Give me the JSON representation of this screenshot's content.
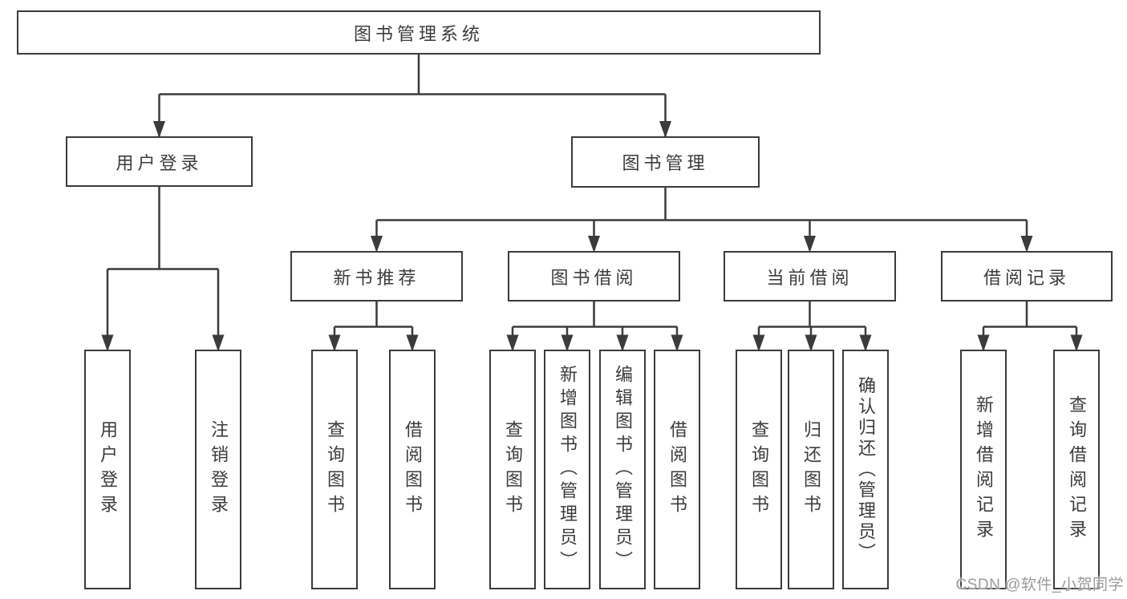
{
  "diagram": {
    "root": {
      "label": "图书管理系统"
    },
    "branches": [
      {
        "label": "用户登录",
        "leaves": [
          {
            "label": "用户登录"
          },
          {
            "label": "注销登录"
          }
        ]
      },
      {
        "label": "图书管理",
        "groups": [
          {
            "label": "新书推荐",
            "leaves": [
              {
                "label": "查询图书"
              },
              {
                "label": "借阅图书"
              }
            ]
          },
          {
            "label": "图书借阅",
            "leaves": [
              {
                "label": "查询图书"
              },
              {
                "label": "新增图书（管理员）"
              },
              {
                "label": "编辑图书（管理员）"
              },
              {
                "label": "借阅图书"
              }
            ]
          },
          {
            "label": "当前借阅",
            "leaves": [
              {
                "label": "查询图书"
              },
              {
                "label": "归还图书"
              },
              {
                "label": "确认归还（管理员）"
              }
            ]
          },
          {
            "label": "借阅记录",
            "leaves": [
              {
                "label": "新增借阅记录"
              },
              {
                "label": "查询借阅记录"
              }
            ]
          }
        ]
      }
    ],
    "colors": {
      "line": "#3b3b3b",
      "text": "#3c3c3c",
      "box_background": "#ffffff",
      "watermark": "#9b9b9b"
    }
  },
  "watermark": {
    "text": "CSDN @软件_小贺同学"
  }
}
